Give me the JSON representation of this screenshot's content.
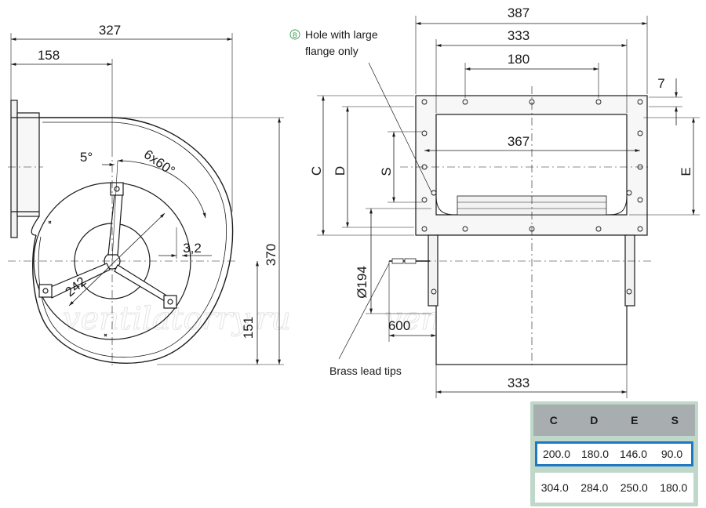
{
  "dimensions": {
    "d327": "327",
    "d158": "158",
    "d5deg": "5°",
    "d6x60": "6x60°",
    "d3_2": "3,2",
    "d242": "242",
    "d370": "370",
    "d151": "151",
    "d387": "387",
    "d333_top": "333",
    "d180": "180",
    "d7": "7",
    "d367": "367",
    "C": "C",
    "D": "D",
    "S": "S",
    "E": "E",
    "d194": "Ø194",
    "d600": "600",
    "d333_bottom": "333"
  },
  "notes": {
    "marker": "B",
    "hole_line1": "Hole with large",
    "hole_line2": "flange only",
    "brass": "Brass lead tips"
  },
  "watermark": "ventilatorry.ru",
  "table": {
    "headers": [
      "C",
      "D",
      "E",
      "S"
    ],
    "rows": [
      [
        "200.0",
        "180.0",
        "146.0",
        "90.0"
      ],
      [
        "304.0",
        "284.0",
        "250.0",
        "180.0"
      ]
    ],
    "highlight_color": "#1f78c4",
    "header_color": "#a8adb0",
    "frame_color": "#bfd8c9"
  }
}
